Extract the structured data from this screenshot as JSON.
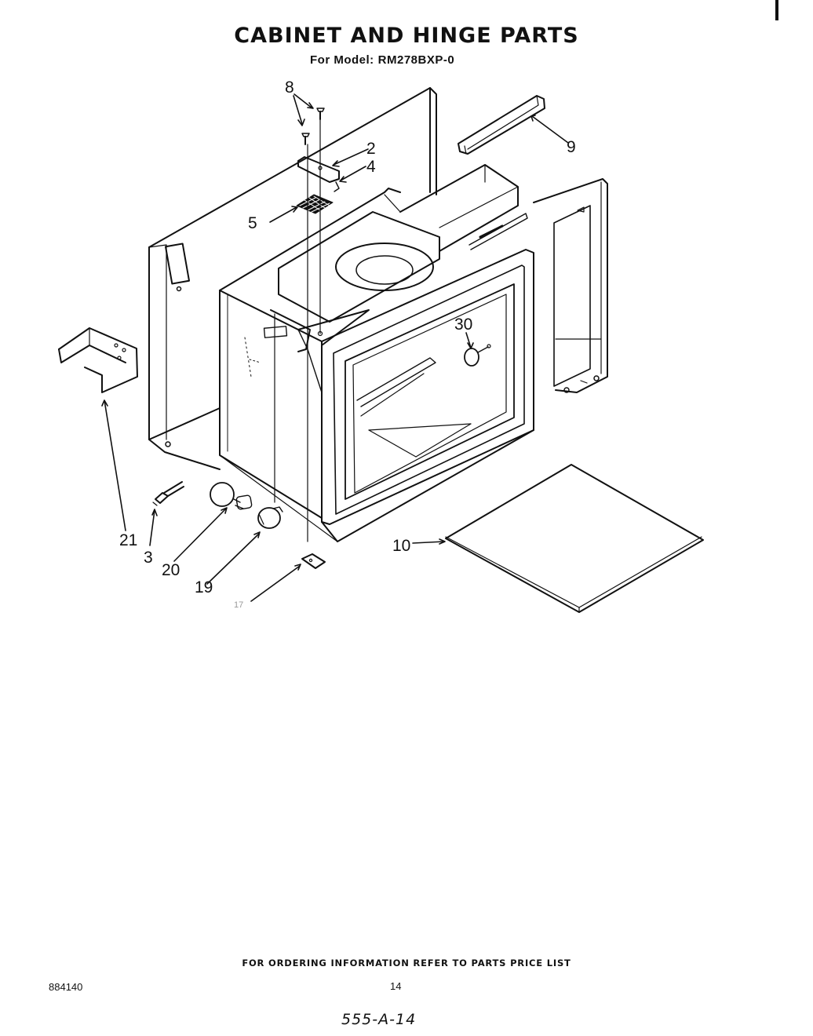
{
  "header": {
    "title": "CABINET AND HINGE PARTS",
    "model_label": "For Model:",
    "model_number": "RM278BXP-0"
  },
  "callouts": {
    "c8": "8",
    "c2": "2",
    "c4": "4",
    "c9": "9",
    "c5": "5",
    "c30": "30",
    "c21": "21",
    "c3": "3",
    "c20": "20",
    "c19": "19",
    "c17": "17",
    "c10": "10"
  },
  "footer": {
    "ordering_note": "FOR ORDERING INFORMATION REFER TO PARTS PRICE LIST",
    "doc_number": "884140",
    "page_number": "14",
    "handwritten_note": "555-A-14"
  }
}
